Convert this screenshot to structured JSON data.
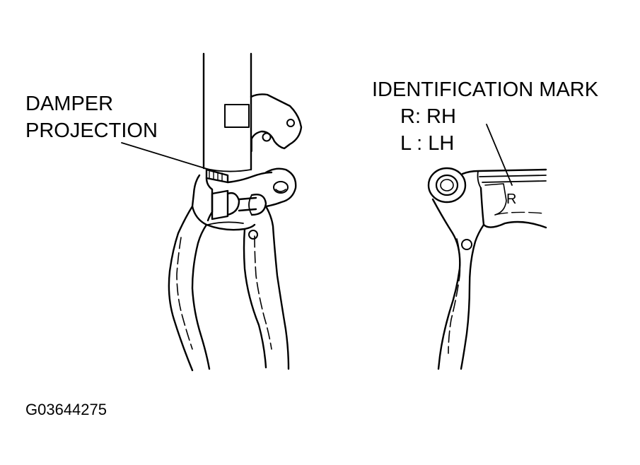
{
  "labels": {
    "damper_line1": "DAMPER",
    "damper_line2": "PROJECTION",
    "ident_line1": "IDENTIFICATION MARK",
    "ident_line2": "R: RH",
    "ident_line3": "L : LH",
    "mark_letter": "R",
    "figure_id": "G03644275"
  },
  "colors": {
    "ink": "#000000",
    "background": "#ffffff"
  }
}
